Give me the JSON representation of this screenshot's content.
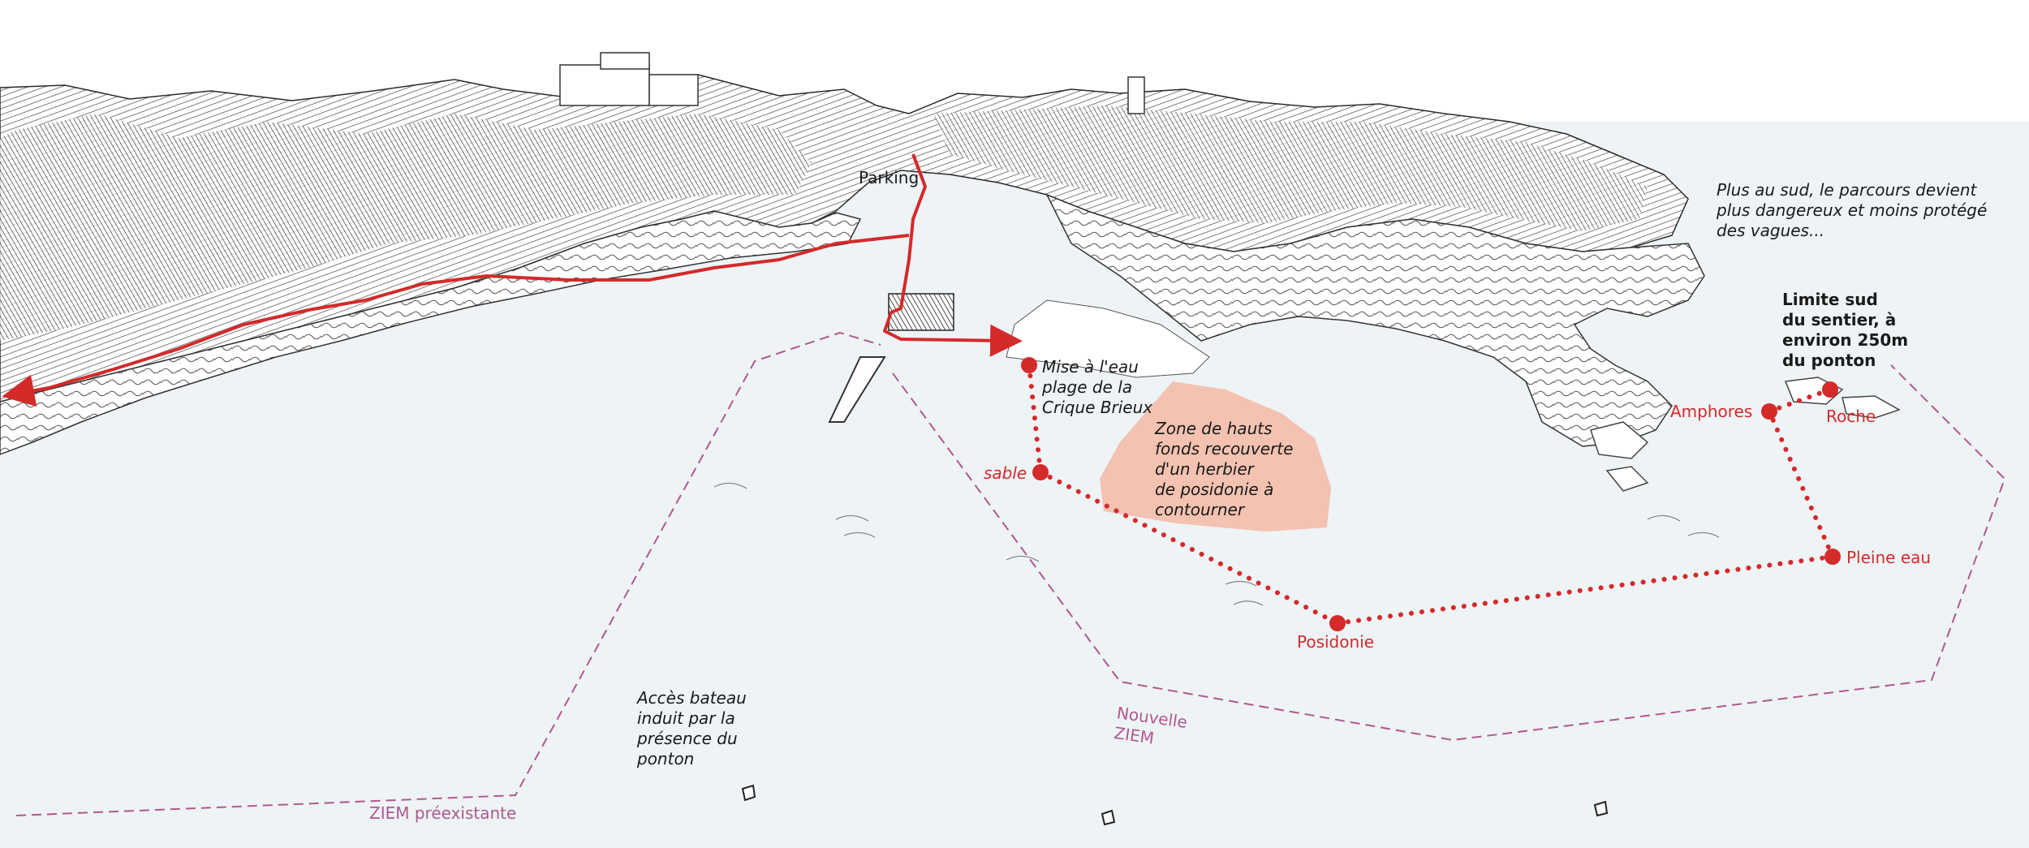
{
  "colors": {
    "water": "#eef3f6",
    "route": "#d42a2a",
    "ziem_line": "#b0588f",
    "shallows": "#f3b9a4",
    "ink": "#1a1a1a"
  },
  "labels": {
    "parking": "Parking",
    "south_note": "Plus au sud, le parcours devient\nplus dangereux et moins protégé\ndes vagues...",
    "south_limit": "Limite sud\ndu sentier, à\nenviron 250m\ndu ponton",
    "entry": "Mise à l'eau\nplage de la\nCrique Brieux",
    "shallows": "Zone de hauts\nfonds recouverte\nd'un herbier\nde posidonie à\ncontourner",
    "boat_access": "Accès bateau\ninduit par la\nprésence du\nponton",
    "ziem_old": "ZIEM préexistante",
    "ziem_new": "Nouvelle\nZIEM"
  },
  "stops": {
    "sable": "sable",
    "posidonie": "Posidonie",
    "pleine_eau": "Pleine eau",
    "amphores": "Amphores",
    "roche": "Roche"
  },
  "icons": {
    "entry": "red-dot-icon",
    "parking": "parking-marker-icon",
    "buoy": "buoy-icon",
    "arrow": "route-arrow-icon"
  }
}
